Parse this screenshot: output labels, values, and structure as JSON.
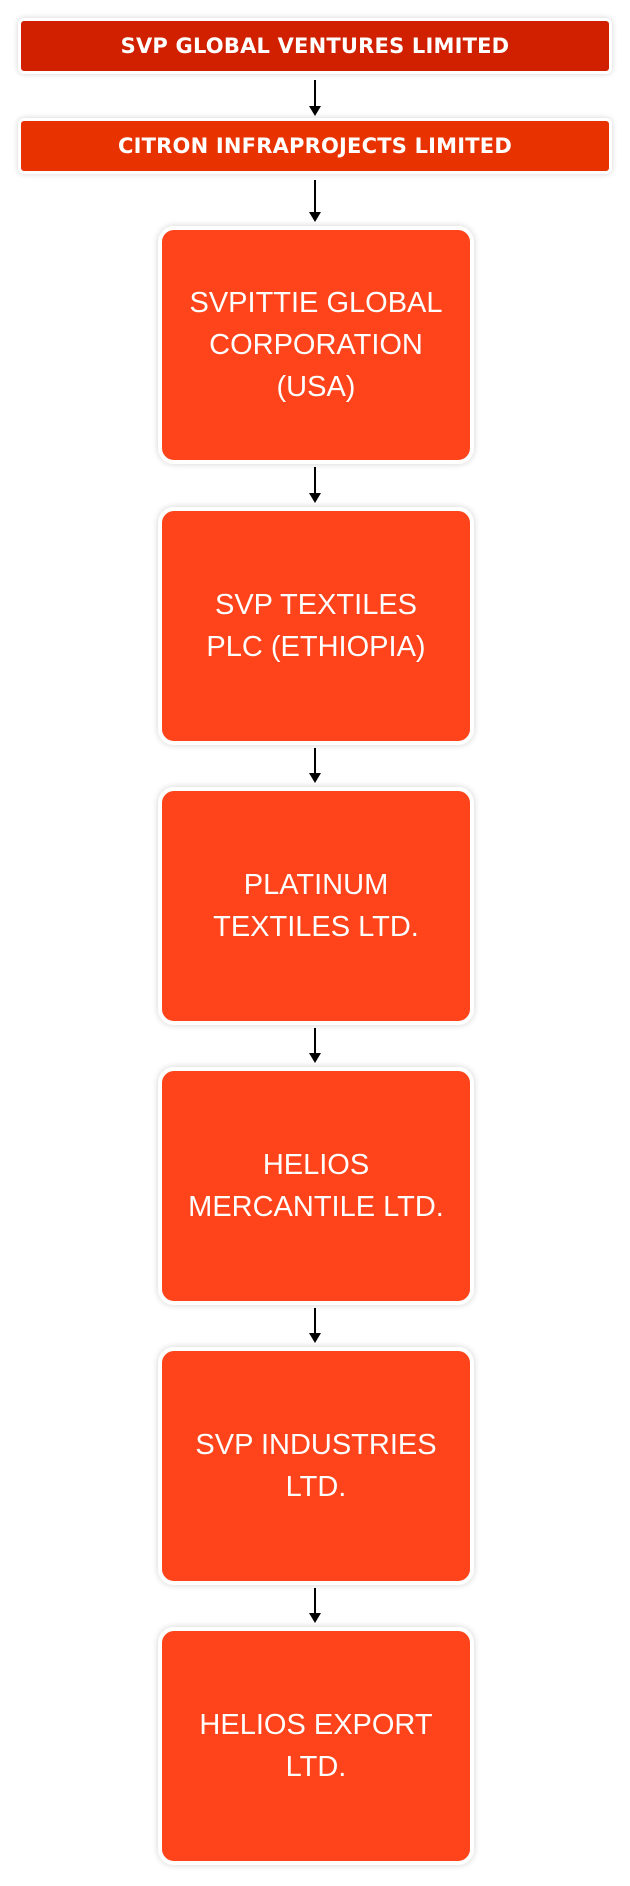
{
  "colors": {
    "banner_top": "#d02000",
    "banner_second": "#e83200",
    "box_fill": "#ff431a",
    "text": "#ffffff",
    "connector": "#000000"
  },
  "banners": [
    {
      "label": "SVP GLOBAL VENTURES LIMITED"
    },
    {
      "label": "CITRON INFRAPROJECTS LIMITED"
    }
  ],
  "entities": [
    {
      "label": "SVPITTIE GLOBAL CORPORATION (USA)"
    },
    {
      "label": "SVP TEXTILES PLC (ETHIOPIA)"
    },
    {
      "label": "PLATINUM TEXTILES LTD."
    },
    {
      "label": "HELIOS MERCANTILE LTD."
    },
    {
      "label": "SVP INDUSTRIES LTD."
    },
    {
      "label": "HELIOS EXPORT LTD."
    }
  ]
}
